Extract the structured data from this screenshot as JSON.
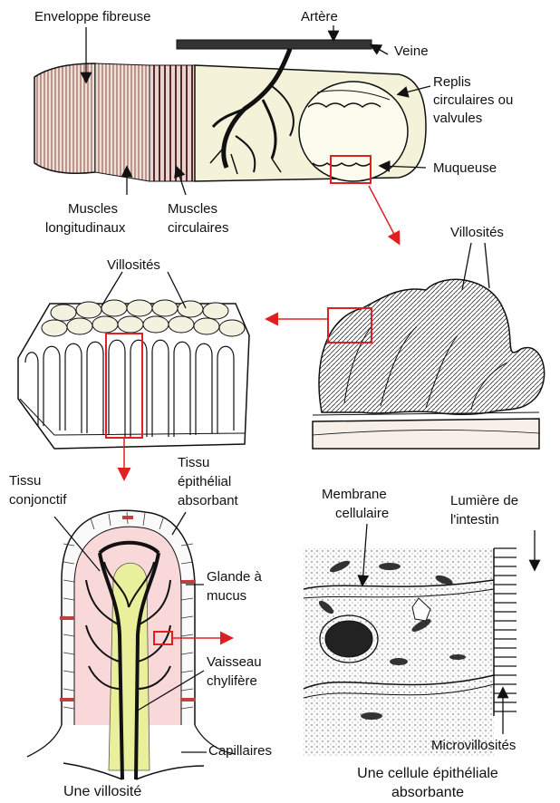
{
  "labels": {
    "enveloppe": "Enveloppe fibreuse",
    "artere": "Artère",
    "veine": "Veine",
    "replis_1": "Replis",
    "replis_2": "circulaires ou",
    "replis_3": "valvules",
    "muqueuse": "Muqueuse",
    "muscles_long_1": "Muscles",
    "muscles_long_2": "longitudinaux",
    "muscles_circ_1": "Muscles",
    "muscles_circ_2": "circulaires",
    "villosites_top": "Villosités",
    "villosites_left": "Villosités",
    "tissu_conj_1": "Tissu",
    "tissu_conj_2": "conjonctif",
    "tissu_epi_1": "Tissu",
    "tissu_epi_2": "épithélial",
    "tissu_epi_3": "absorbant",
    "membrane_1": "Membrane",
    "membrane_2": "cellulaire",
    "lumiere_1": "Lumière de",
    "lumiere_2": "l'intestin",
    "glande_1": "Glande à",
    "glande_2": "mucus",
    "vaisseau_1": "Vaisseau",
    "vaisseau_2": "chylifère",
    "capillaires": "Capillaires",
    "microvillosites": "Microvillosités",
    "une_villosite": "Une villosité",
    "cellule_1": "Une cellule épithéliale",
    "cellule_2": "absorbante"
  },
  "colors": {
    "highlight_box": "#e02020",
    "arrow": "#e02020",
    "ink": "#111111",
    "capillary_pink": "#f3b6b6",
    "lacteal_yellow": "#e9ef9a",
    "muscle_red": "#b84a4a"
  }
}
